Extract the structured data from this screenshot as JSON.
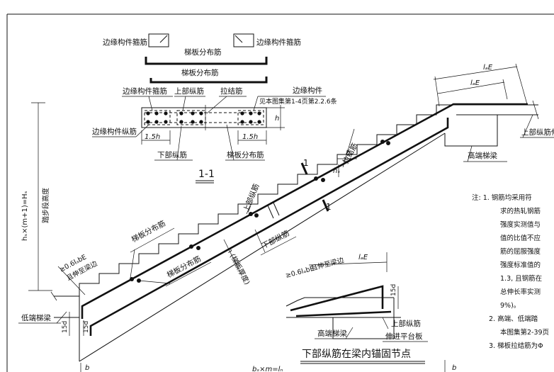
{
  "section": {
    "stirrup_left": "边缘构件箍筋",
    "stirrup_right": "边缘构件箍筋",
    "dist_bar_top": "梯板分布筋",
    "dist_bar_mid": "梯板分布筋",
    "edge_stirrup_2": "边缘构件箍筋",
    "top_long": "上部纵筋",
    "tie_bar": "拉结筋",
    "edge_member": "边缘构件",
    "edge_member_ref": "见本图集第1-4页第2.2.6条",
    "edge_long": "边缘构件纵筋",
    "dim_left": "1.5h",
    "dim_right": "1.5h",
    "dim_h": "h",
    "bottom_long": "下部纵筋",
    "dist_bar_bottom": "梯板分布筋",
    "title": "1-1"
  },
  "main": {
    "lae_top1": "lₐE",
    "lae_top2": "lₐE",
    "top_long_extend": "上部纵筋伸",
    "high_beam": "高端梯梁",
    "tie_bar": "拉结筋",
    "bs": "bₛ",
    "hs": "hₛ",
    "cut1": "1",
    "cut2": "1",
    "top_long": "上部纵筋",
    "bottom_long": "下部纵筋",
    "dist1": "梯板分布筋",
    "dist2": "梯板分布筋",
    "thickness": "h (梯板厚度)",
    "anchor1": "≥0.6lₐbE",
    "anchor2": "且伸至梁边",
    "low_beam": "低端梯梁",
    "d15_left": "15d",
    "d15_inner": "15d",
    "height_label1": "hₛ×(m+1)=Hₛ",
    "height_label2": "踏步段高度",
    "b_left": "b",
    "b_right": "b",
    "length_label": "bₛ×m=lₙ"
  },
  "detail": {
    "lae": "lₐE",
    "anchor1": "≥0.6lₐbE",
    "anchor2": "且伸至梁边",
    "d15": "15d",
    "top_long": "上部纵筋",
    "extend": "伸进平台板",
    "high_beam": "高端梯梁",
    "title": "下部纵筋在梁内锚固节点"
  },
  "notes": {
    "n1": "注: 1. 钢筋均采用符",
    "n1b": "求的热轧钢筋",
    "n1c": "强度实测值与",
    "n1d": "值的比值不应",
    "n1e": "筋的屈服强度",
    "n1f": "强度标准值的",
    "n1g": "1.3, 且钢筋在",
    "n1h": "总伸长率实测",
    "n1i": "9%)。",
    "n2": "2. 高端、低端踏",
    "n2b": "本图集第2-39页",
    "n3": "3. 梯板拉结筋为Φ"
  }
}
